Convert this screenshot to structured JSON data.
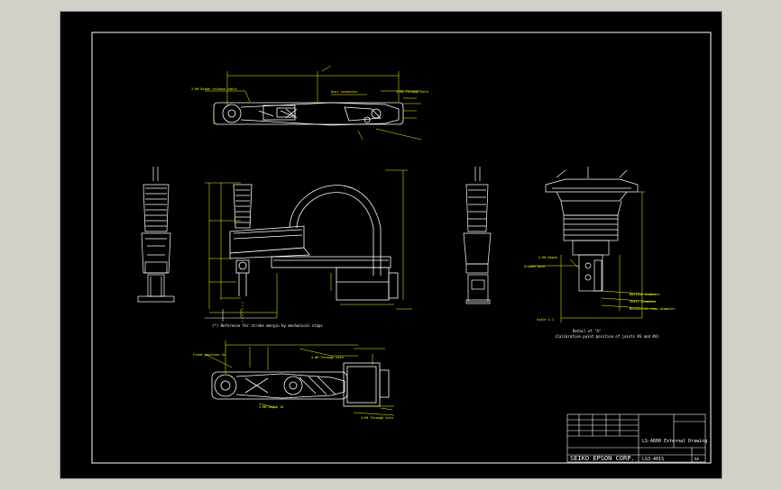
{
  "colors": {
    "background": "#000000",
    "frame": "#ffffff",
    "geometry": "#ffffff",
    "dimension": "#ffff00",
    "outer_chrome": "#d4d0c8"
  },
  "notes": {
    "side_view": "(*) Reference for stroke margin by mechanical stops",
    "detail_a": "Detail of \"A\"",
    "detail_a_sub": "(Calibration point position of joints #3 and #4)",
    "scale_a": "Scale 1:1"
  },
  "labels": {
    "top_brake": "2-M4 Brake release cable",
    "top_user": "User connector",
    "top_right": "3-M4 Through hole",
    "bottom_left": "Fixed position 3x",
    "bottom_mid": "4-M6 depth 16",
    "bottom_through": "4-Ø9 Through hole",
    "bottom_rt": "4-M4 Through hole",
    "detail_l1": "Maximum diameter",
    "detail_l2": "Shaft diameter",
    "detail_l3": "Mechanical stop diameter",
    "detail_l4": "Ground hole",
    "detail_l5": "2-M4 Depth"
  },
  "title_block": {
    "drawing_title": "LS-A600 External Drawing",
    "company": "SEIKO EPSON CORP.",
    "model": "LS3-401S",
    "rev": "A4"
  }
}
